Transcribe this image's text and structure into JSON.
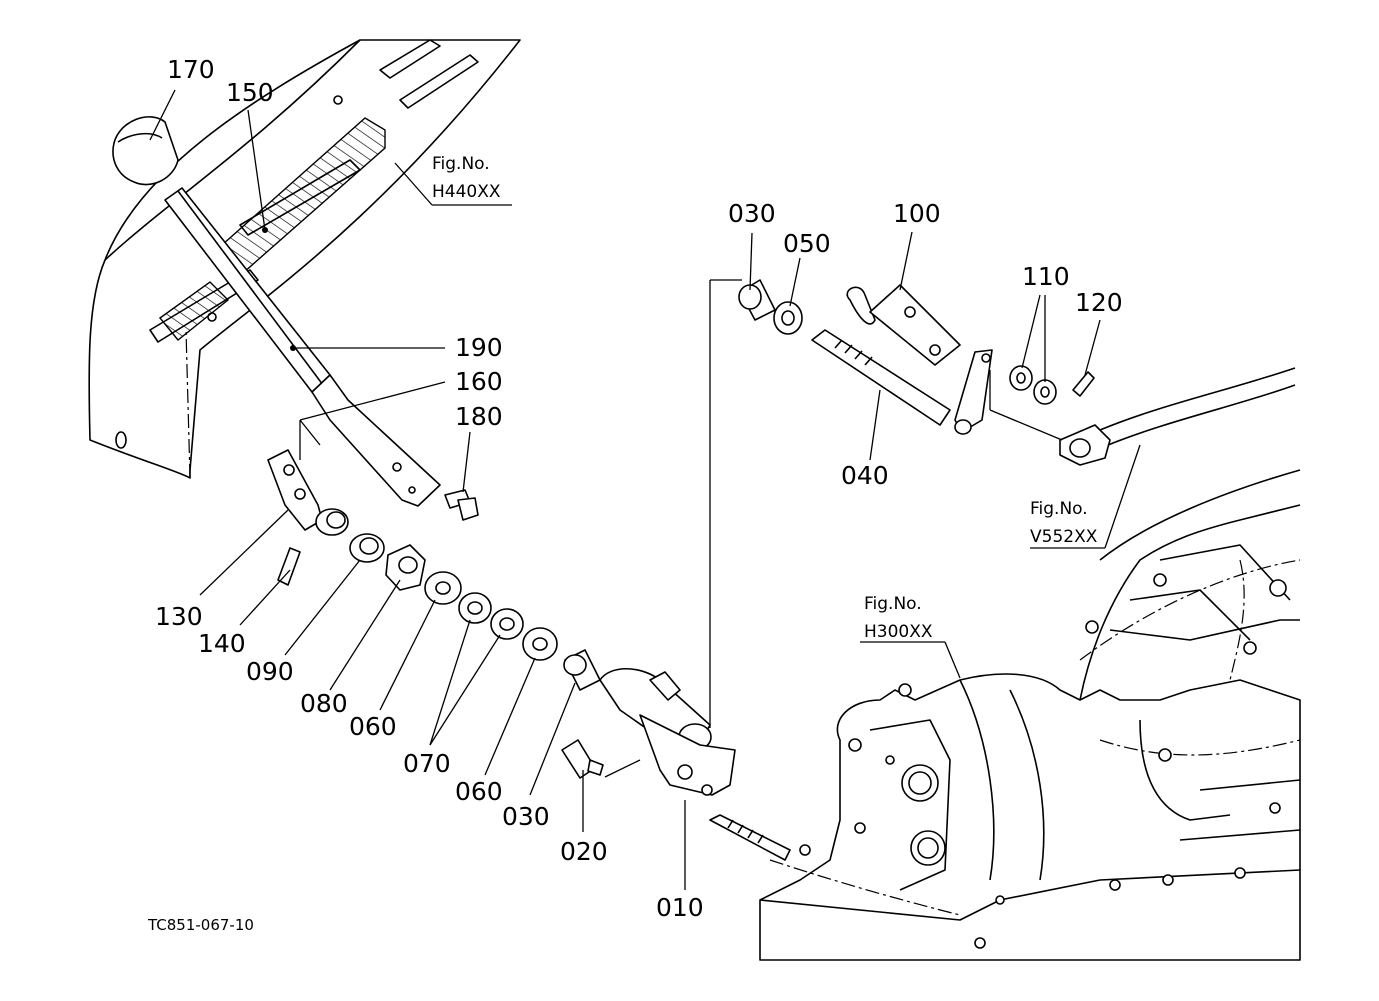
{
  "drawing_code": "TC851-067-10",
  "fig_refs": [
    {
      "id": "h440",
      "title": "Fig.No.",
      "code": "H440XX"
    },
    {
      "id": "v552",
      "title": "Fig.No.",
      "code": "V552XX"
    },
    {
      "id": "h300",
      "title": "Fig.No.",
      "code": "H300XX"
    }
  ],
  "callouts": {
    "p170": "170",
    "p150": "150",
    "p190": "190",
    "p160": "160",
    "p180": "180",
    "p130": "130",
    "p140": "140",
    "p090": "090",
    "p080": "080",
    "p060a": "060",
    "p070": "070",
    "p060b": "060",
    "p030a": "030",
    "p020": "020",
    "p010": "010",
    "p030b": "030",
    "p050": "050",
    "p100": "100",
    "p040": "040",
    "p110": "110",
    "p120": "120"
  },
  "colors": {
    "ink": "#000000",
    "paper": "#ffffff"
  }
}
